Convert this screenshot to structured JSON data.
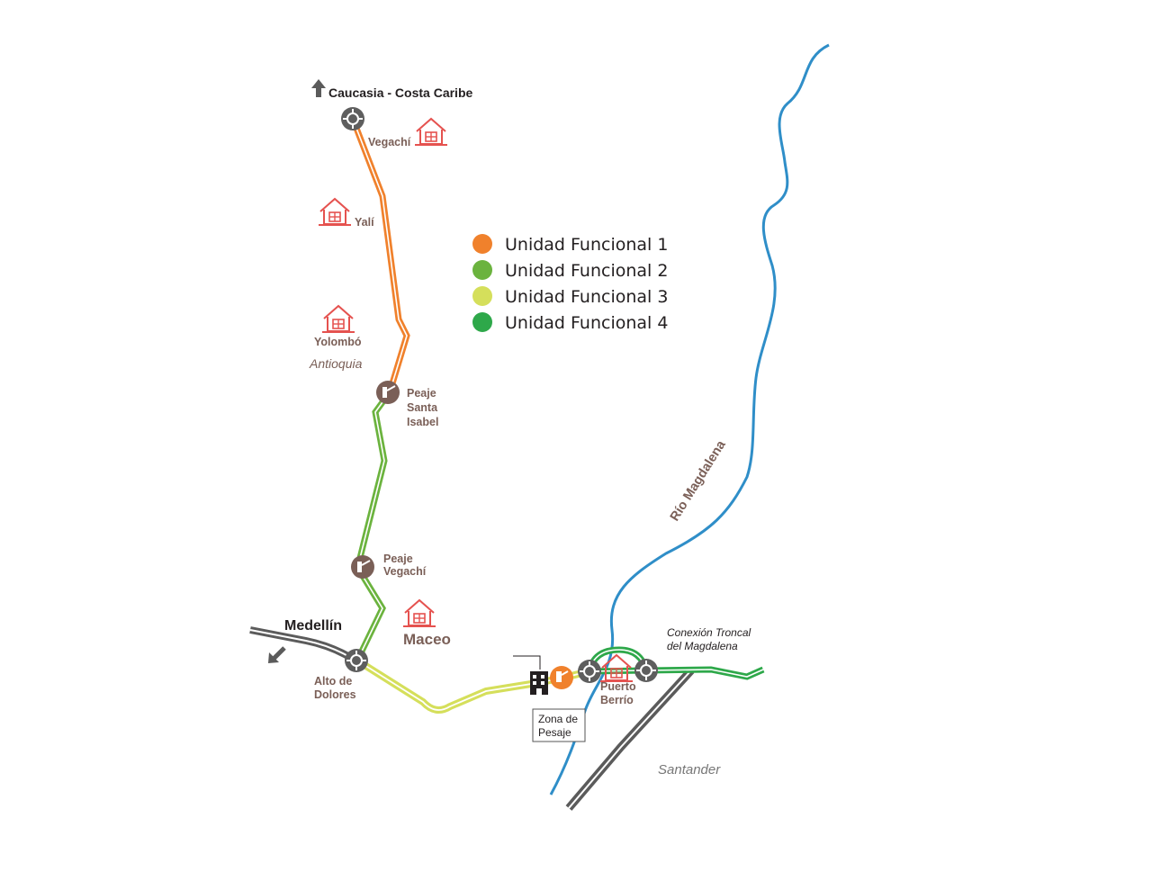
{
  "colors": {
    "uf1": "#f0812c",
    "uf2": "#6bb33e",
    "uf3": "#d5df5b",
    "uf4": "#2ea84a",
    "river": "#2f8ec8",
    "road_gray": "#5b5b5b",
    "town": "#e5524f",
    "brown": "#7a5f57",
    "roundabout": "#5e5e5e"
  },
  "legend": [
    {
      "label": "Unidad Funcional  1",
      "color": "#f0812c"
    },
    {
      "label": "Unidad Funcional 2",
      "color": "#6bb33e"
    },
    {
      "label": "Unidad Funcional 3",
      "color": "#d5df5b"
    },
    {
      "label": "Unidad Funcional 4",
      "color": "#2ea84a"
    }
  ],
  "labels": {
    "caucasia": "Caucasia - Costa Caribe",
    "vegachi": "Vegachí",
    "yali": "Yalí",
    "yolombo": "Yolombó",
    "antioquia": "Antioquia",
    "peaje_santa_isabel": [
      "Peaje",
      "Santa",
      "Isabel"
    ],
    "peaje_vegachi": [
      "Peaje",
      "Vegachí"
    ],
    "medellin": "Medellín",
    "maceo": "Maceo",
    "alto_de_dolores": [
      "Alto de",
      "Dolores"
    ],
    "zona_pesaje": [
      "Zona de",
      "Pesaje"
    ],
    "puerto_berrio": [
      "Puerto",
      "Berrío"
    ],
    "conexion": [
      "Conexión Troncal",
      "del Magdalena"
    ],
    "rio": "Río Magdalena",
    "santander": "Santander"
  },
  "icons": {
    "town": "house-icon",
    "toll": "toll-booth-icon",
    "roundabout": "roundabout-icon",
    "building": "building-icon",
    "arrow_north": "arrow-up-icon",
    "arrow_sw": "arrow-down-left-icon"
  }
}
